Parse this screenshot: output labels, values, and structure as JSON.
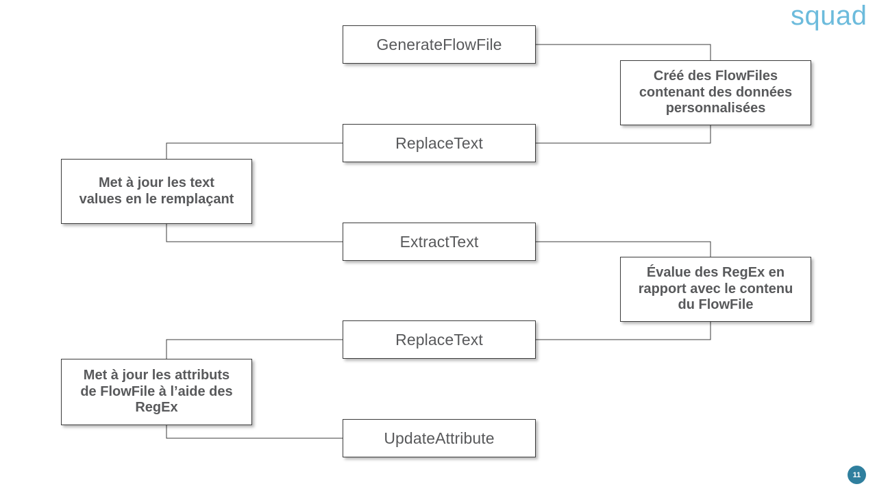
{
  "slide": {
    "page_number": "11",
    "brand_logo_text": "squad",
    "colors": {
      "brand": "#6cbbdc",
      "text": "#58595b",
      "box_border": "#3b3b3b",
      "connector": "#3b3b3b",
      "badge_bg": "#2f7f9e",
      "background": "#ffffff"
    }
  },
  "processors": [
    {
      "id": "generateflowfile",
      "label": "GenerateFlowFile"
    },
    {
      "id": "replacetext-1",
      "label": "ReplaceText"
    },
    {
      "id": "extracttext",
      "label": "ExtractText"
    },
    {
      "id": "replacetext-2",
      "label": "ReplaceText"
    },
    {
      "id": "updateattribute",
      "label": "UpdateAttribute"
    }
  ],
  "descriptions": [
    {
      "id": "desc-generateflowfile",
      "side": "right",
      "lines": [
        "Créé des FlowFiles",
        "contenant des données",
        "personnalisées"
      ]
    },
    {
      "id": "desc-replacetext",
      "side": "left",
      "lines": [
        "Met à jour les text",
        "values en le remplaçant"
      ]
    },
    {
      "id": "desc-extracttext",
      "side": "right",
      "lines": [
        "Évalue des RegEx en",
        "rapport avec le contenu",
        "du FlowFile"
      ]
    },
    {
      "id": "desc-updateattribute",
      "side": "left",
      "lines": [
        "Met à jour les attributs",
        "de FlowFile à l’aide des",
        "RegEx"
      ]
    }
  ]
}
